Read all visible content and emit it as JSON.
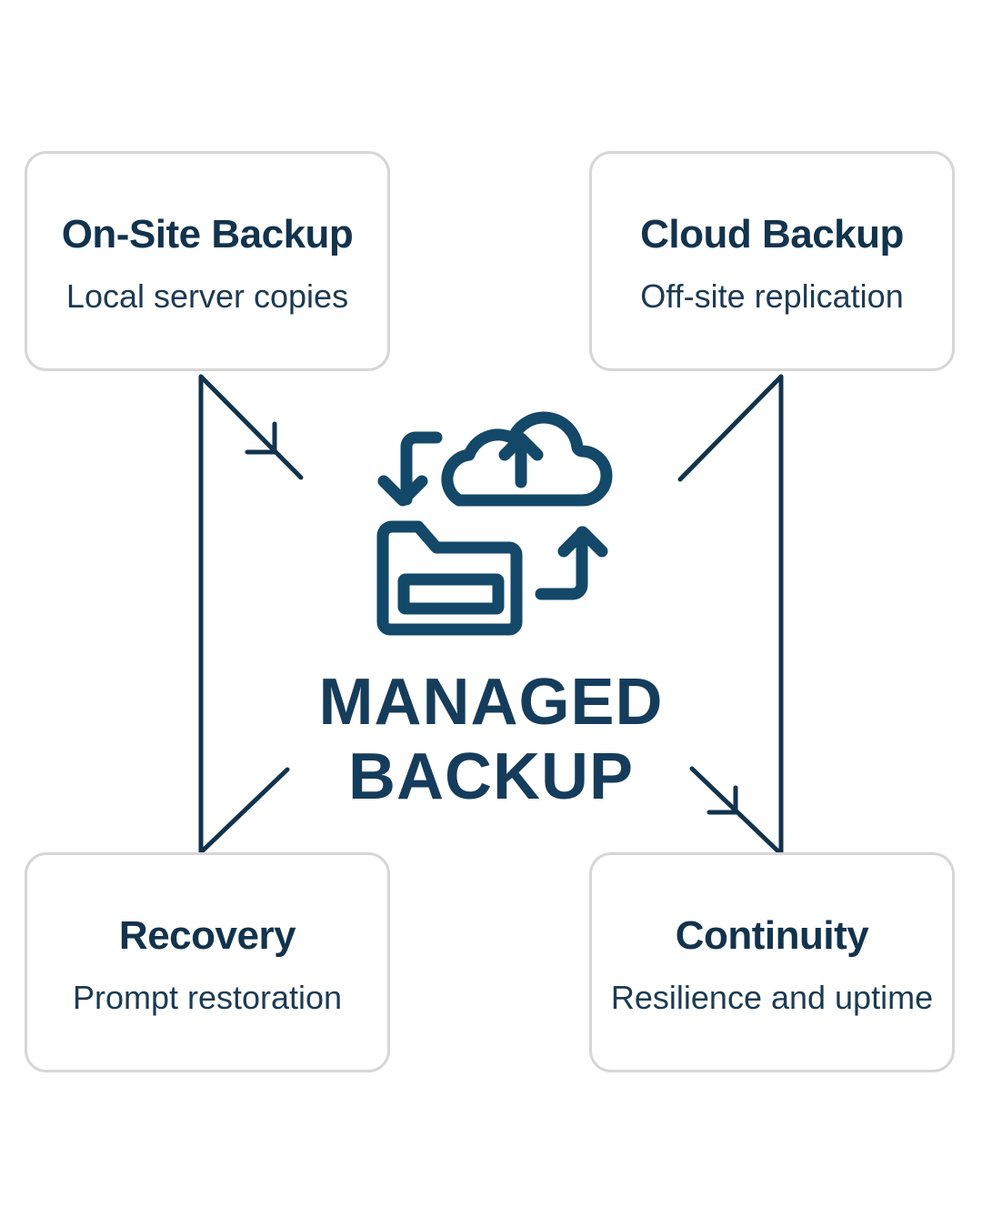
{
  "diagram": {
    "center": {
      "title_line1": "MANAGED",
      "title_line2": "BACKUP",
      "icon": "folder-cloud-sync-icon"
    },
    "nodes": [
      {
        "id": "on-site",
        "title": "On-Site Backup",
        "subtitle": "Local server copies",
        "position": "top-left"
      },
      {
        "id": "cloud",
        "title": "Cloud Backup",
        "subtitle": "Off-site replication",
        "position": "top-right"
      },
      {
        "id": "recovery",
        "title": "Recovery",
        "subtitle": "Prompt restoration",
        "position": "bottom-left"
      },
      {
        "id": "continuity",
        "title": "Continuity",
        "subtitle": "Resilience and uptime",
        "position": "bottom-right"
      }
    ],
    "colors": {
      "primary": "#163c5c",
      "text": "#12334d",
      "card_border": "#d6d6d4",
      "background": "#ffffff"
    }
  }
}
